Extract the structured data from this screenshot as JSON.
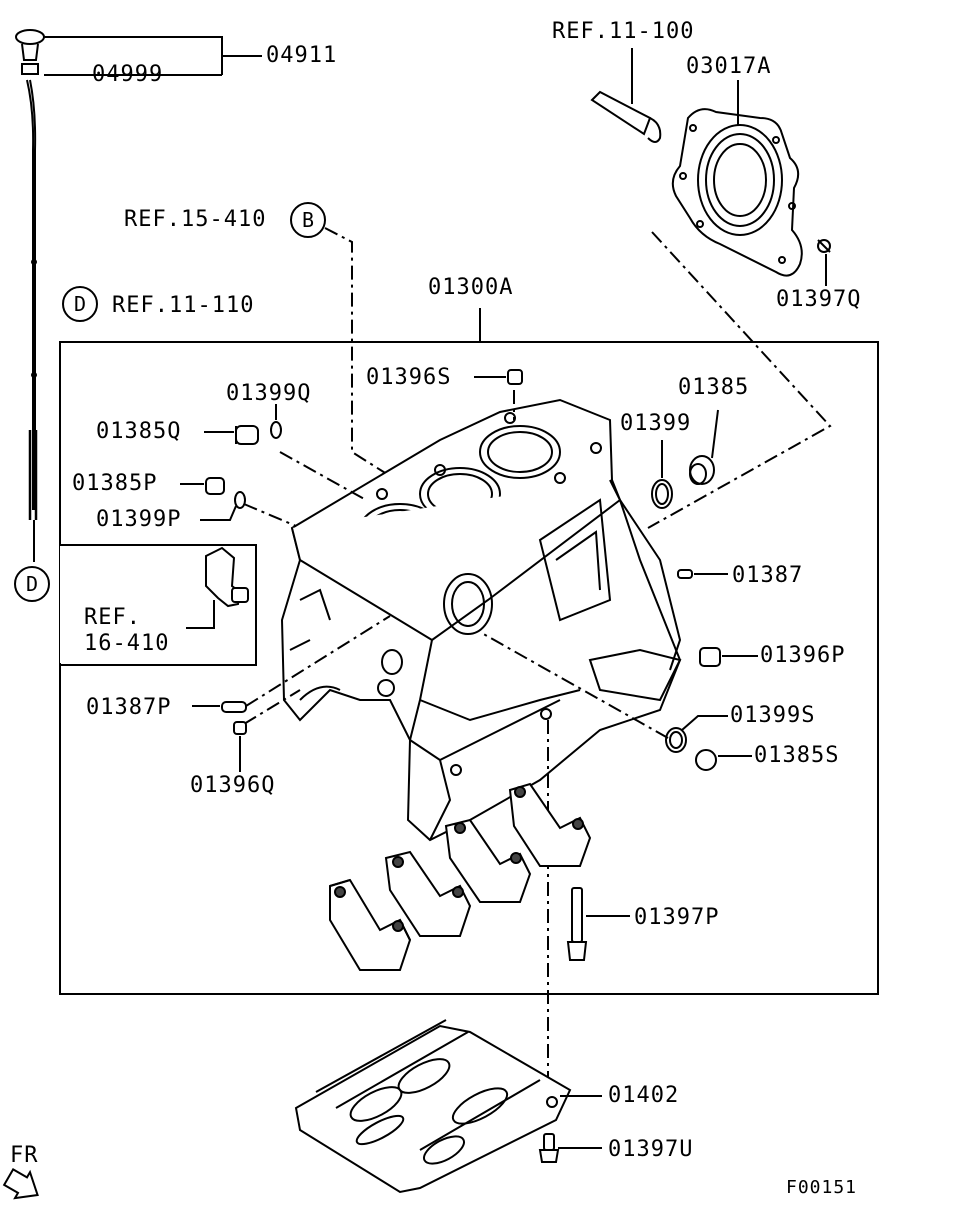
{
  "diagram_id": "F00151",
  "direction_label": "FR",
  "refs": {
    "ref_11_100": "REF.11-100",
    "ref_15_410": "REF.15-410",
    "ref_11_110": "REF.11-110",
    "ref_16_410_line1": "REF.",
    "ref_16_410_line2": "16-410"
  },
  "markers": {
    "b": "B",
    "d_top": "D",
    "d_bottom": "D"
  },
  "parts": {
    "p04911": "04911",
    "p04999": "04999",
    "p03017A": "03017A",
    "p01397Q": "01397Q",
    "p01300A": "01300A",
    "p01396S": "01396S",
    "p01399Q": "01399Q",
    "p01385Q": "01385Q",
    "p01385P": "01385P",
    "p01399P": "01399P",
    "p01385": "01385",
    "p01399": "01399",
    "p01387": "01387",
    "p01396P": "01396P",
    "p01387P": "01387P",
    "p01399S": "01399S",
    "p01385S": "01385S",
    "p01396Q": "01396Q",
    "p01397P": "01397P",
    "p01402": "01402",
    "p01397U": "01397U"
  }
}
